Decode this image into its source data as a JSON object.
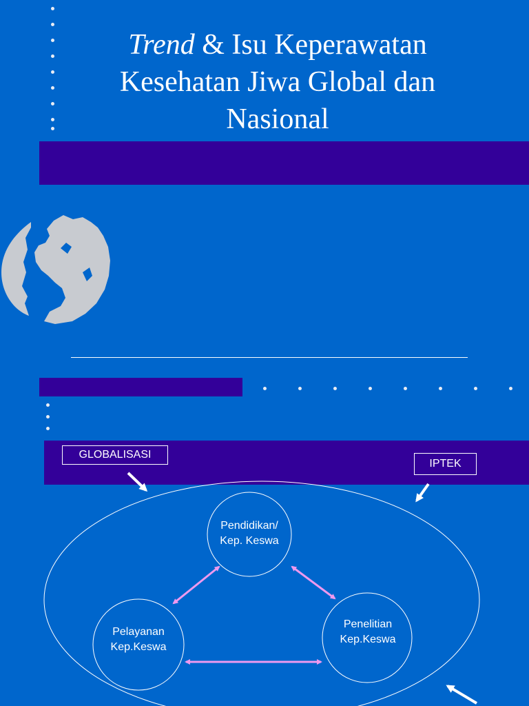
{
  "slide": {
    "title_italic": "Trend",
    "title_rest": " & Isu  Keperawatan Kesehatan Jiwa Global dan Nasional"
  },
  "diagram": {
    "outer_labels": {
      "left": "GLOBALISASI",
      "right": "IPTEK"
    },
    "nodes": {
      "top": "Pendidikan/\nKep. Keswa",
      "left": "Pelayanan\nKep.Keswa",
      "right": "Penelitian\nKep.Keswa"
    }
  },
  "icons": {
    "globe": "globe-icon"
  },
  "colors": {
    "background": "#0066cc",
    "band": "#330099",
    "globe": "#c8cbd0",
    "arrow_pink": "#ee99ee",
    "text": "#ffffff"
  }
}
